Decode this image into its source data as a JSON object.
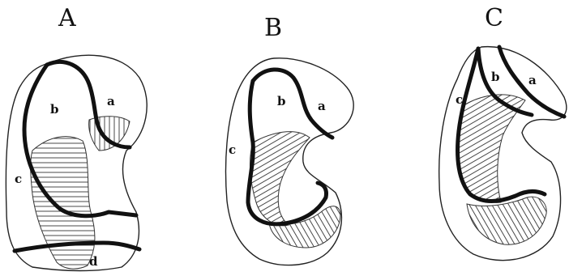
{
  "figure": {
    "panels": [
      {
        "id": "A",
        "title": "A",
        "labels": {
          "a": "a",
          "b": "b",
          "c": "c",
          "d": "d"
        }
      },
      {
        "id": "B",
        "title": "B",
        "labels": {
          "a": "a",
          "b": "b",
          "c": "c"
        }
      },
      {
        "id": "C",
        "title": "C",
        "labels": {
          "a": "a",
          "b": "b",
          "c": "c"
        }
      }
    ]
  }
}
